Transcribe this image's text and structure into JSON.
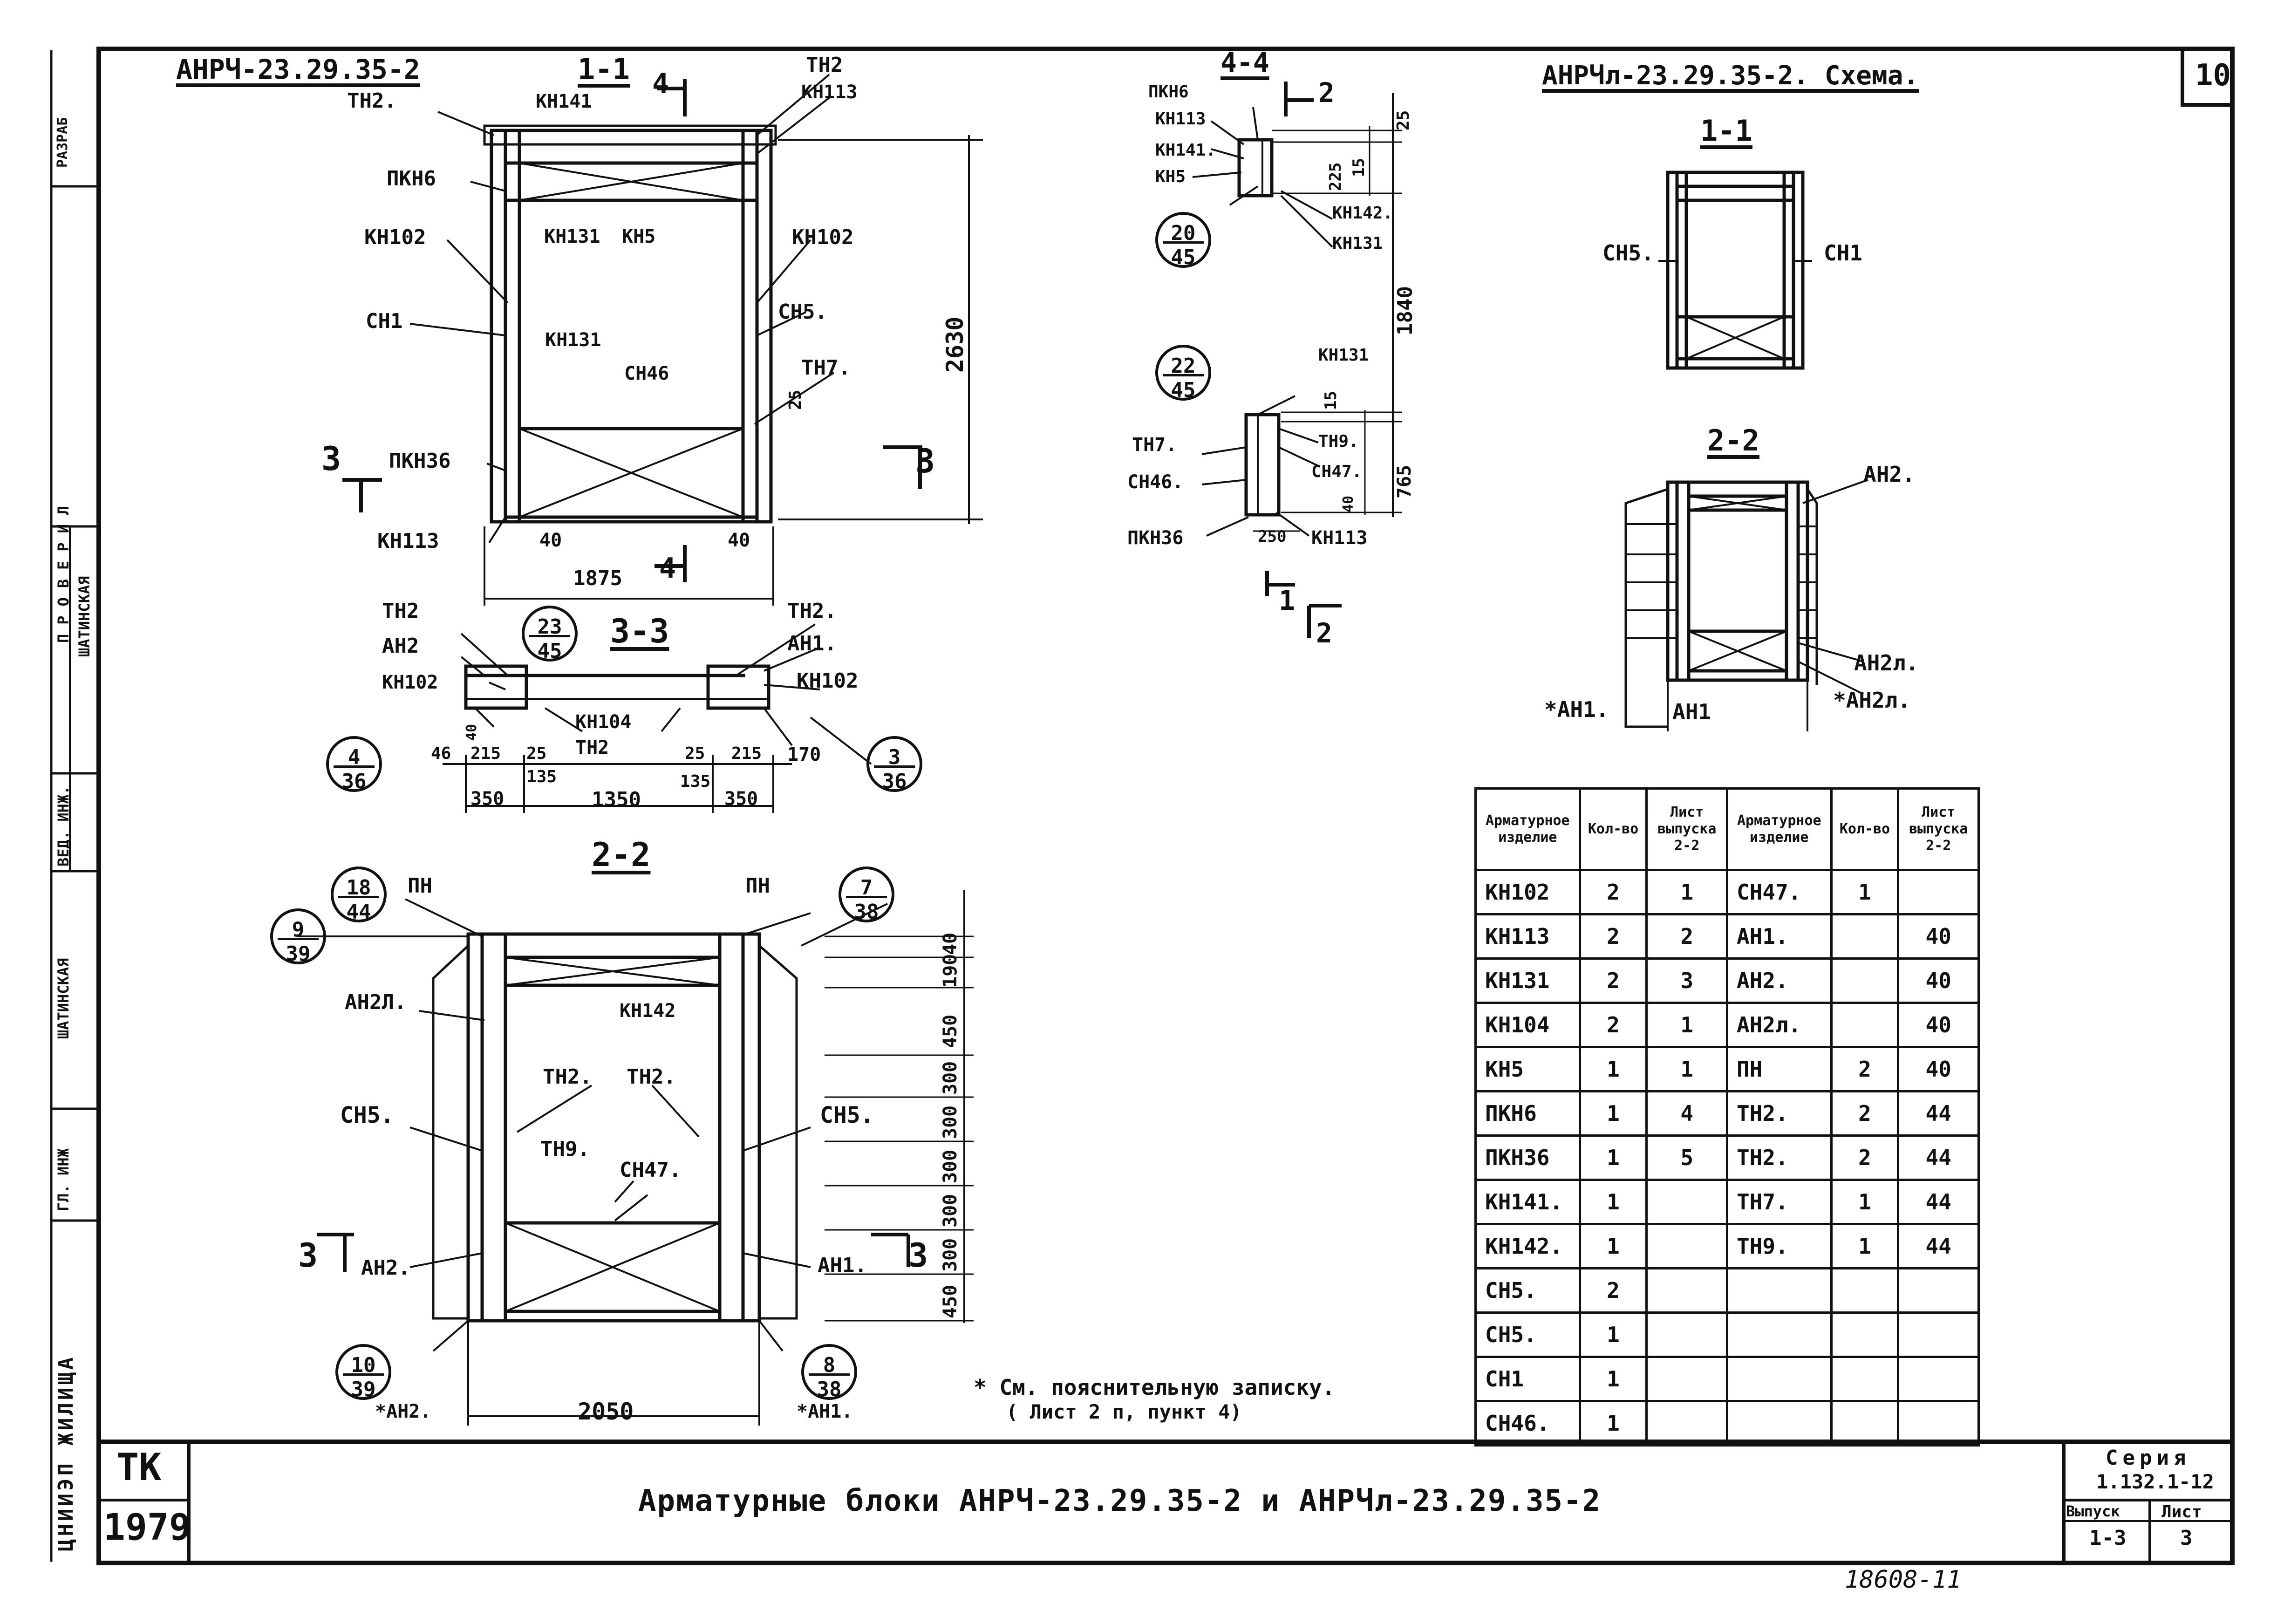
{
  "sheet_number": "10",
  "left_strip": {
    "labels": [
      "РАЗРАБ",
      "ПРОВЕРИЛ",
      "ШАТИНСКАЯ",
      "ВЕД. ИНЖ.",
      "ШАТИНСКАЯ",
      "ГЛ. ИНЖ",
      "ЦНИИЭП ЖИЛИЩА"
    ]
  },
  "block1": {
    "title": "АНРЧ-23.29.35-2",
    "section_title": "1-1",
    "labels": {
      "tn2_l": "ТН2.",
      "kn141": "КН141",
      "tn2_r": "ТН2",
      "kn113_tr": "КН113",
      "pkn6": "ПКН6",
      "kn102_l": "КН102",
      "kn131_a": "КН131",
      "kn5": "КН5",
      "kn102_r": "КН102",
      "cn1": "СН1",
      "cn5": "СН5.",
      "kn131_b": "КН131",
      "cn46": "СН46",
      "tn7": "ТН7.",
      "pkn36": "ПКН36",
      "kn113_b": "КН113"
    },
    "dims": {
      "total_h": "2630",
      "d25": "25",
      "d40a": "40",
      "d40b": "40",
      "width": "1875"
    },
    "cuts": {
      "c3l": "3",
      "c3r": "3",
      "c4t": "4",
      "c4b": "4"
    }
  },
  "section33": {
    "title": "3-3",
    "labels": {
      "tn2_l": "ТН2",
      "an2": "АН2",
      "kn102_l": "КН102",
      "tn2_r": "ТН2.",
      "an1": "АН1.",
      "kn102_r": "КН102",
      "kn104": "КН104",
      "tn2_m": "ТН2"
    },
    "dims": [
      "46",
      "215",
      "25",
      "135",
      "25",
      "215",
      "170",
      "350",
      "1350",
      "135",
      "350",
      "40"
    ],
    "callouts": [
      {
        "top": "23",
        "bottom": "45"
      },
      {
        "top": "4",
        "bottom": "36"
      },
      {
        "top": "3",
        "bottom": "36"
      }
    ]
  },
  "section22": {
    "title": "2-2",
    "labels": {
      "pn_l": "ПН",
      "pn_r": "ПН",
      "an2l": "АН2Л.",
      "kn142": "КН142",
      "tn2_a": "ТН2.",
      "tn2_b": "ТН2.",
      "cn5_l": "СН5.",
      "cn5_r": "СН5.",
      "tn9": "ТН9.",
      "cn47": "СН47.",
      "an2": "АН2.",
      "an1": "АН1.",
      "an2_star": "*АН2.",
      "an1_star": "*АН1."
    },
    "dims": {
      "width": "2050",
      "right": [
        "40",
        "190",
        "450",
        "300",
        "300",
        "300",
        "300",
        "300",
        "450"
      ]
    },
    "callouts": [
      {
        "top": "18",
        "bottom": "44"
      },
      {
        "top": "9",
        "bottom": "39"
      },
      {
        "top": "7",
        "bottom": "38"
      },
      {
        "top": "10",
        "bottom": "39"
      },
      {
        "top": "8",
        "bottom": "38"
      }
    ],
    "cuts": {
      "c3l": "3",
      "c3r": "3"
    }
  },
  "section44": {
    "title": "4-4",
    "labels": {
      "pkn6": "ПКН6",
      "kn113": "КН113",
      "kn141": "КН141.",
      "kn5": "КН5",
      "kn142": "КН142.",
      "kn131_a": "КН131",
      "kn131_b": "КН131",
      "tn7": "ТН7.",
      "tn9": "ТН9.",
      "cn46": "СН46.",
      "cn47": "СН47.",
      "pkn36": "ПКН36",
      "kn113_b": "КН113"
    },
    "dims": [
      "25",
      "225",
      "15",
      "1840",
      "15",
      "765",
      "40",
      "250"
    ],
    "callouts": [
      {
        "top": "20",
        "bottom": "45"
      },
      {
        "top": "22",
        "bottom": "45"
      }
    ],
    "cuts": {
      "c2t": "2",
      "c1": "1",
      "c2b": "2"
    }
  },
  "scheme": {
    "title": "АНРЧл-23.29.35-2. Схема.",
    "s11": "1-1",
    "s22": "2-2",
    "labels": {
      "cn5": "СН5.",
      "cn1": "СН1",
      "an2": "АН2.",
      "an2l": "АН2л.",
      "an2l_star": "*АН2л.",
      "an1_star": "*АН1.",
      "an1": "АН1"
    }
  },
  "table": {
    "headers": [
      "Арматурное изделие",
      "Кол-во",
      "Лист выпуска 2-2",
      "Арматурное изделие",
      "Кол-во",
      "Лист выпуска 2-2"
    ],
    "rows": [
      [
        "КН102",
        "2",
        "1",
        "СН47.",
        "1",
        ""
      ],
      [
        "КН113",
        "2",
        "2",
        "АН1.",
        "",
        "40"
      ],
      [
        "КН131",
        "2",
        "3",
        "АН2.",
        "",
        "40"
      ],
      [
        "КН104",
        "2",
        "1",
        "АН2л.",
        "",
        "40"
      ],
      [
        "КН5",
        "1",
        "1",
        "ПН",
        "2",
        "40"
      ],
      [
        "ПКН6",
        "1",
        "4",
        "ТН2.",
        "2",
        "44"
      ],
      [
        "ПКН36",
        "1",
        "5",
        "ТН2.",
        "2",
        "44"
      ],
      [
        "КН141.",
        "1",
        "",
        "ТН7.",
        "1",
        "44"
      ],
      [
        "КН142.",
        "1",
        "",
        "ТН9.",
        "1",
        "44"
      ],
      [
        "СН5.",
        "2",
        "",
        "",
        "",
        ""
      ],
      [
        "СН5.",
        "1",
        "",
        "",
        "",
        ""
      ],
      [
        "СН1",
        "1",
        "",
        "",
        "",
        ""
      ],
      [
        "СН46.",
        "1",
        "",
        "",
        "",
        ""
      ]
    ]
  },
  "footnote": {
    "line1": "* См. пояснительную записку.",
    "line2": "( Лист 2 п, пункт 4)"
  },
  "title_block": {
    "org": "ТК",
    "year": "1979",
    "title": "Арматурные блоки АНРЧ-23.29.35-2 и АНРЧл-23.29.35-2",
    "series_label": "Серия",
    "series_value": "1.132.1-12",
    "issue_label": "Выпуск",
    "issue_value": "1-3",
    "sheet_label": "Лист",
    "sheet_value": "3"
  },
  "stamp": "18608-11"
}
